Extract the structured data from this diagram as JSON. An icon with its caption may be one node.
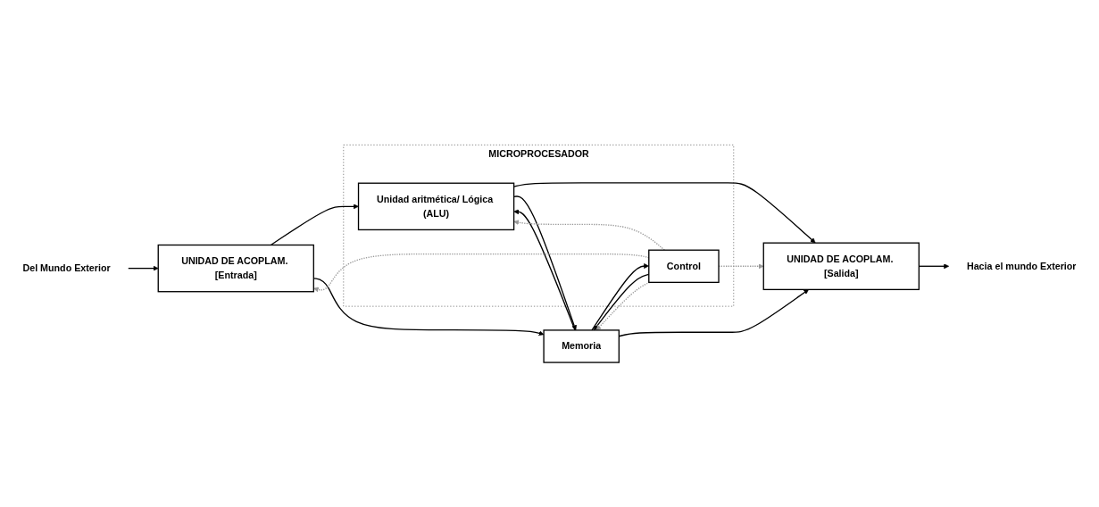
{
  "diagram": {
    "nodes": [
      {
        "text": [
          "MICROPROCESADOR"
        ]
      },
      {
        "text": [
          "Unidad aritmética/ Lógica (ALU)"
        ],
        "in": 0
      },
      {
        "text": [
          "Control"
        ],
        "in": 0
      },
      {
        "text": [
          "UNIDAD DE ACOPLAM. [Entrada]"
        ]
      },
      {
        "text": [
          "Memoria"
        ]
      },
      {
        "text": [
          "UNIDAD DE ACOPLAM. [Salida]"
        ]
      },
      {
        "text": [
          "Del Mundo Exterior"
        ]
      },
      {
        "text": [
          "Hacia el mundo Exterior"
        ]
      }
    ],
    "edges": [
      {
        "from": 6,
        "to": 3,
        "arrow": "to"
      },
      {
        "from": 3,
        "to": 1,
        "arrow": "to"
      },
      {
        "from": 4,
        "to": 1,
        "arrow": "to"
      },
      {
        "from": 3,
        "to": 4,
        "arrow": "to"
      },
      {
        "from": 1,
        "to": 5,
        "arrow": "to"
      },
      {
        "from": 1,
        "to": 4,
        "arrow": "to"
      },
      {
        "from": 4,
        "to": 5,
        "arrow": "to"
      },
      {
        "from": 2,
        "to": 4,
        "arrow": "to"
      },
      {
        "from": 4,
        "to": 2,
        "arrow": "to"
      },
      {
        "from": 2,
        "to": 1,
        "arrow": "to",
        "style": "dashed",
        "color": "#999999"
      },
      {
        "from": 2,
        "to": 4,
        "arrow": "to",
        "style": "dashed",
        "color": "#999999"
      },
      {
        "from": 2,
        "to": 3,
        "arrow": "to",
        "style": "dashed",
        "color": "#999999"
      },
      {
        "from": 2,
        "to": 5,
        "arrow": "to",
        "style": "dashed",
        "color": "#999999"
      },
      {
        "from": 5,
        "to": 7,
        "arrow": "to"
      }
    ]
  }
}
